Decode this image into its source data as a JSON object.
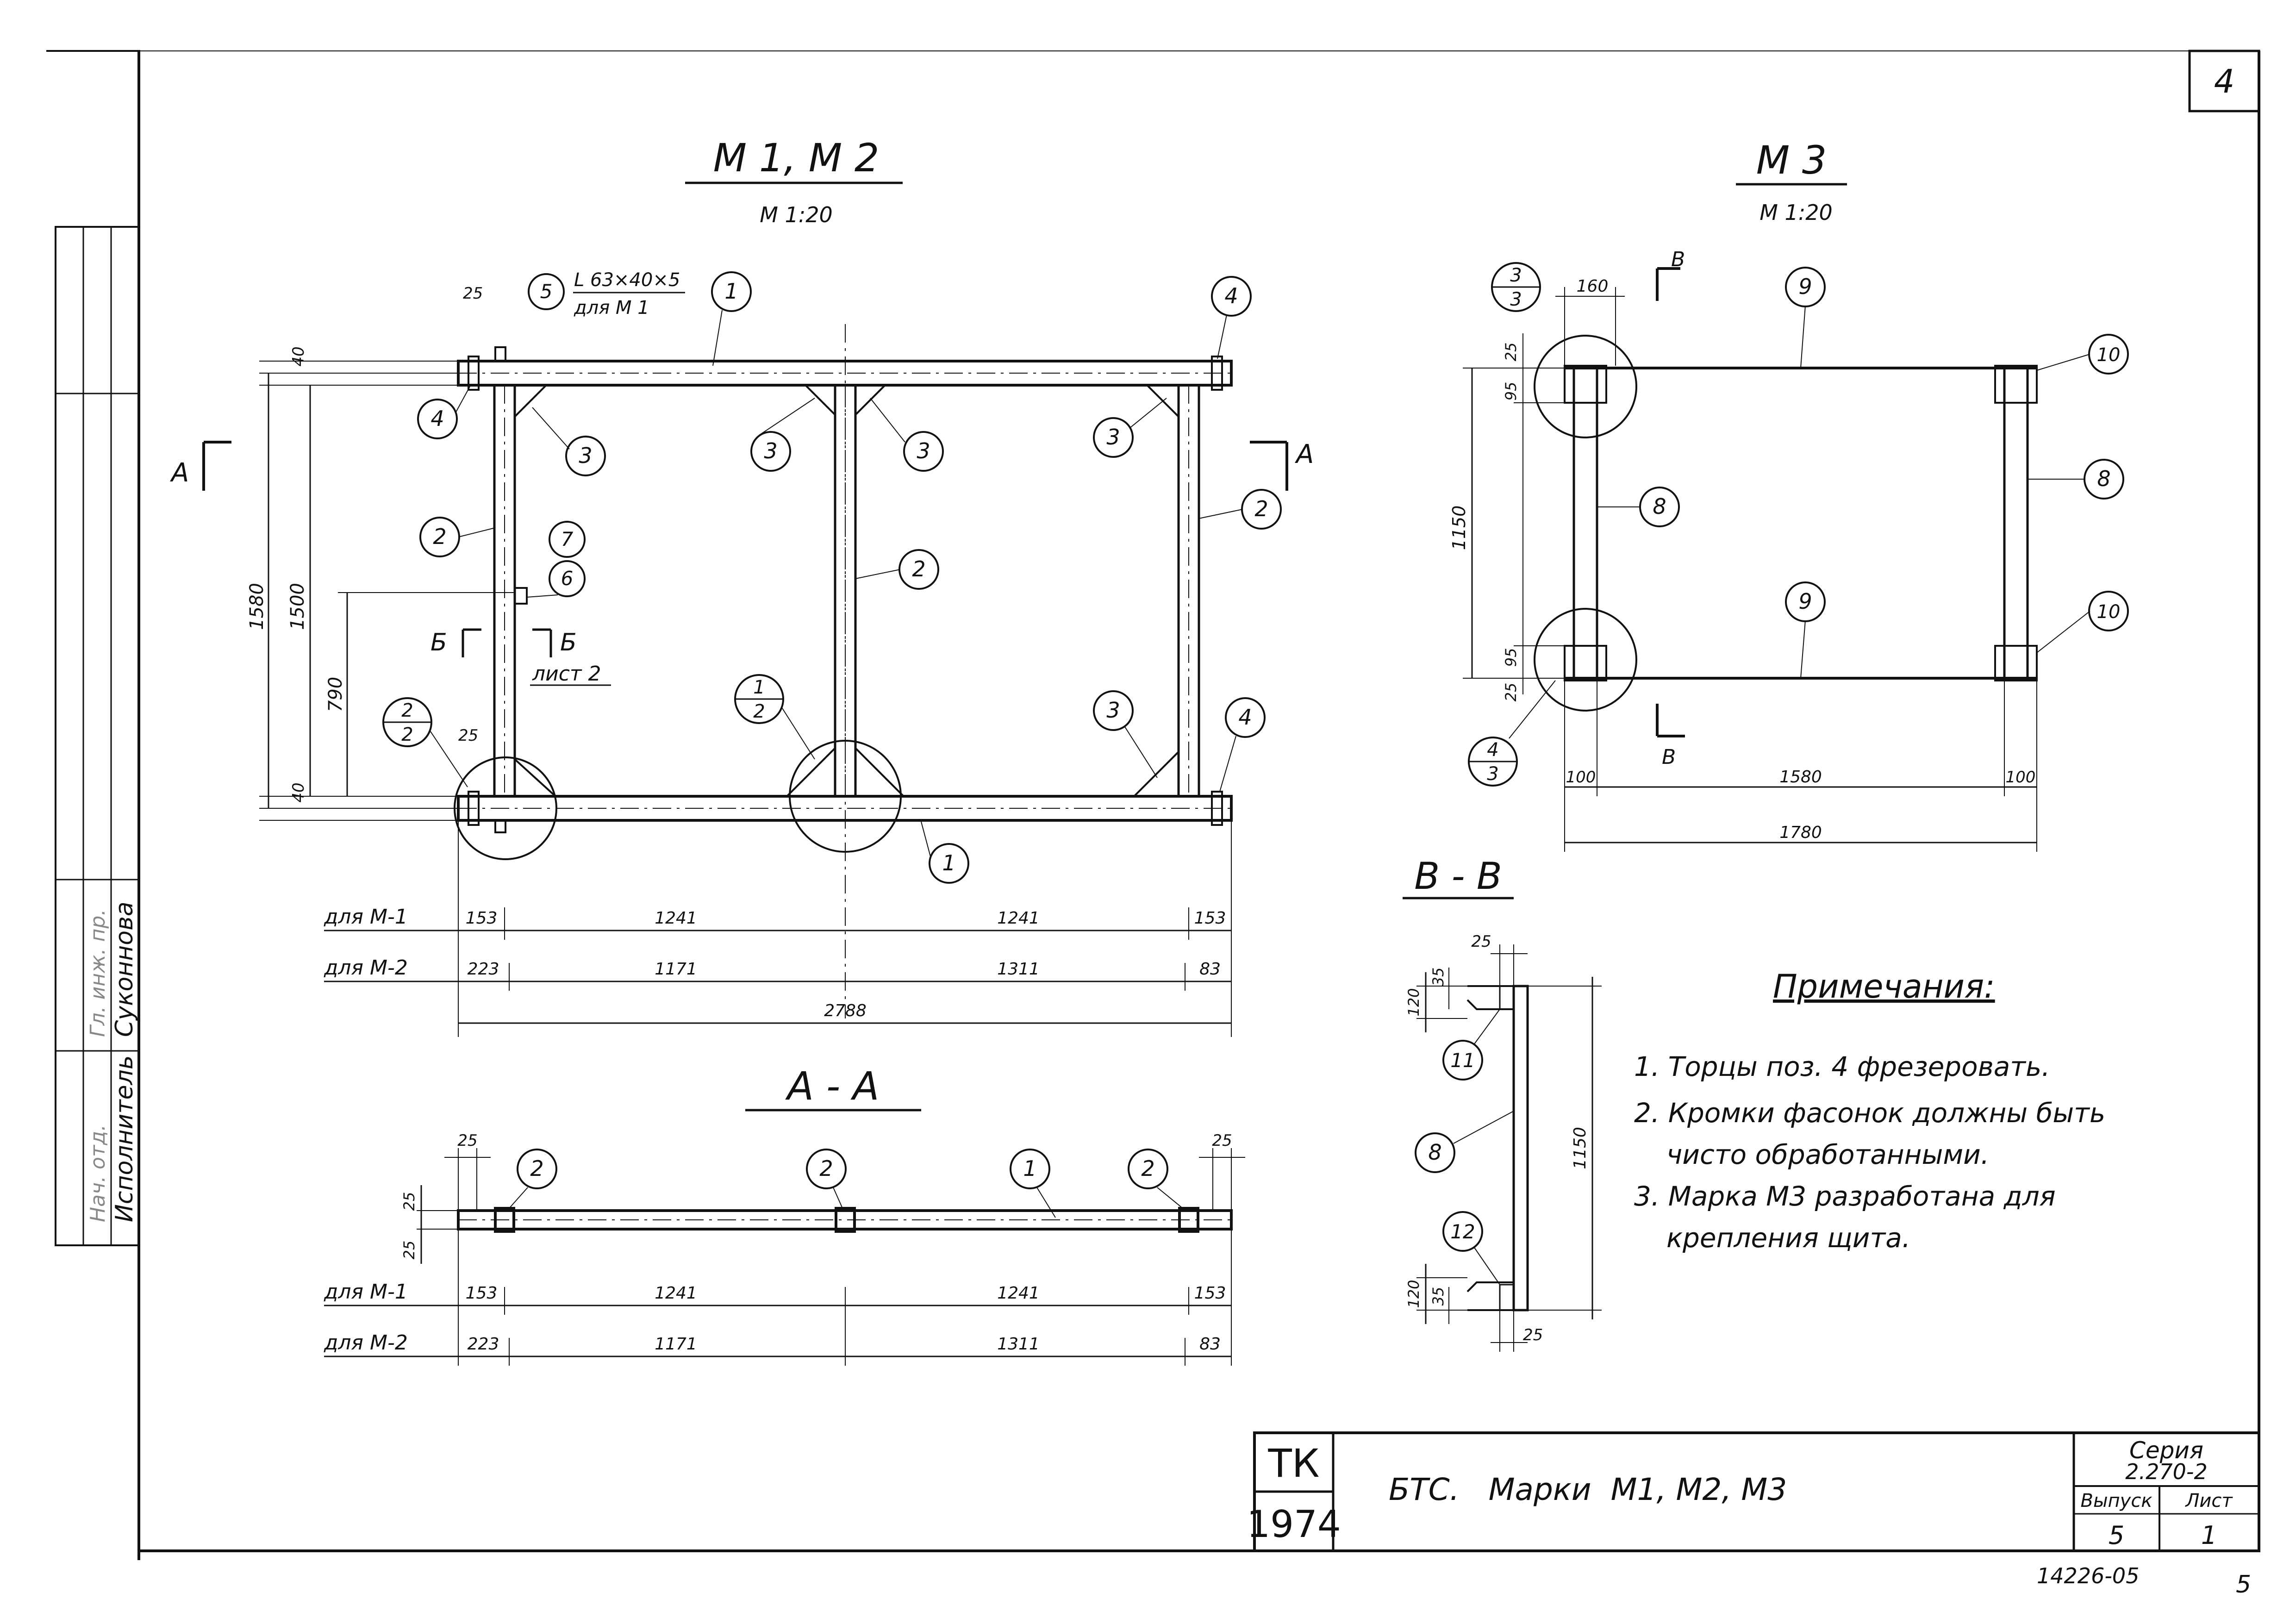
{
  "sheet_number": "4",
  "page_corner": "5",
  "archive_number": "14226-05",
  "view_m12": {
    "title": "М 1, М 2",
    "scale": "М 1:20",
    "profile_note": "L 63×40×5",
    "profile_note2": "для М 1",
    "section_a": "А",
    "section_b": "Б",
    "section_b_ref": "лист 2"
  },
  "view_m3": {
    "title": "М 3",
    "scale": "М 1:20",
    "section_v": "В"
  },
  "view_aa": {
    "title": "А - А"
  },
  "view_vv": {
    "title": "В - В"
  },
  "row_labels": {
    "m1": "для М-1",
    "m2": "для М-2"
  },
  "dims_m12": {
    "m1": [
      "153",
      "1241",
      "1241",
      "153"
    ],
    "m2": [
      "223",
      "1171",
      "1311",
      "83"
    ],
    "total": "2788",
    "h_total": "1580",
    "h_inner": "1500",
    "h_part": "790",
    "h_40": "40",
    "d_25": "25"
  },
  "dims_aa": {
    "m1": [
      "153",
      "1241",
      "1241",
      "153"
    ],
    "m2": [
      "223",
      "1171",
      "1311",
      "83"
    ],
    "d25": "25"
  },
  "dims_m3": {
    "w160": "160",
    "h1150": "1150",
    "d95": "95",
    "d25": "25",
    "d100": "100",
    "w1580": "1580",
    "w1780": "1780"
  },
  "dims_vv": {
    "d25": "25",
    "d35": "35",
    "d120": "120",
    "h1150": "1150"
  },
  "callouts": {
    "m12": [
      "1",
      "2",
      "3",
      "4",
      "5",
      "6",
      "7"
    ],
    "m3": [
      "8",
      "9",
      "10"
    ],
    "vv": [
      "11",
      "8",
      "12"
    ],
    "details": [
      {
        "n": "2",
        "d": "2"
      },
      {
        "n": "1",
        "d": "2"
      },
      {
        "n": "3",
        "d": "3"
      },
      {
        "n": "4",
        "d": "3"
      }
    ]
  },
  "notes": {
    "heading": "Примечания:",
    "items": [
      "1. Торцы поз. 4 фрезеровать.",
      "2. Кромки фасонок должны быть",
      "чисто обработанными.",
      "3. Марка М3 разработана для",
      "крепления щита."
    ]
  },
  "stamp": {
    "org1": "ТК",
    "org2": "1974",
    "title": "БТС.   Марки  М1, М2, М3",
    "series_label": "Серия",
    "series": "2.270-2",
    "issue_label": "Выпуск",
    "issue": "5",
    "sheet_label": "Лист",
    "sheet": "1"
  },
  "side_stamp": {
    "role1": "Исполнитель",
    "name1": "Суконнова",
    "role2": "Нач. отд.",
    "role3": "Гл. инж. пр."
  }
}
